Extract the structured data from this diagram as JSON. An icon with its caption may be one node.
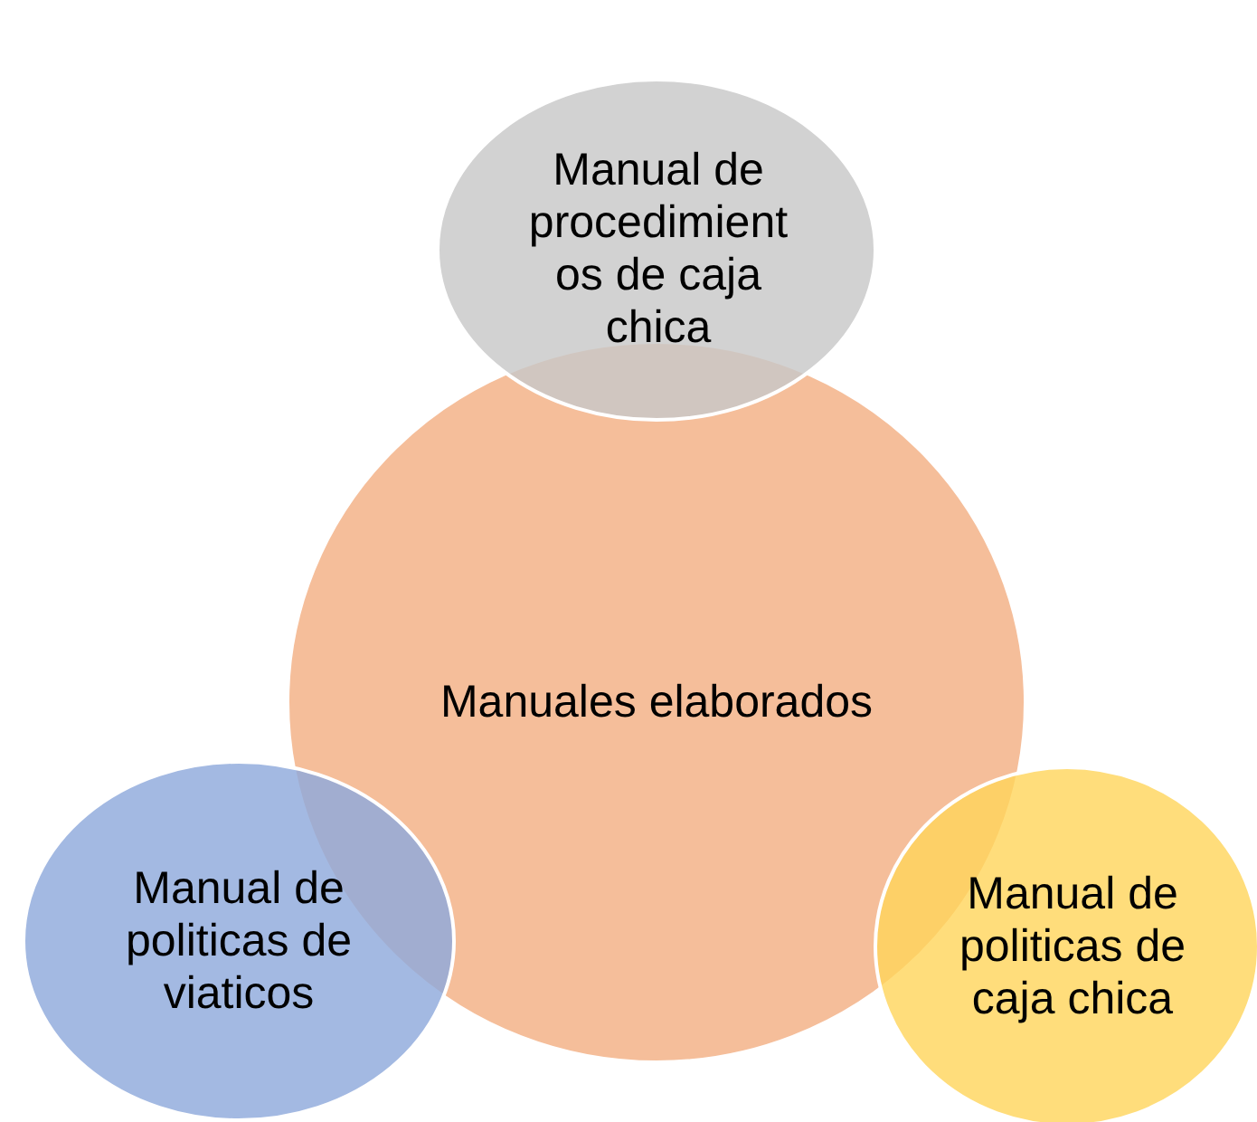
{
  "diagram": {
    "nodes": [
      {
        "text": [
          "Manuales elaborados"
        ]
      },
      {
        "text": [
          "Manual de procedimientos de caja chica"
        ]
      },
      {
        "text": [
          "Manual de politicas de viaticos"
        ]
      },
      {
        "text": [
          "Manual de politicas de caja chica"
        ]
      }
    ]
  }
}
